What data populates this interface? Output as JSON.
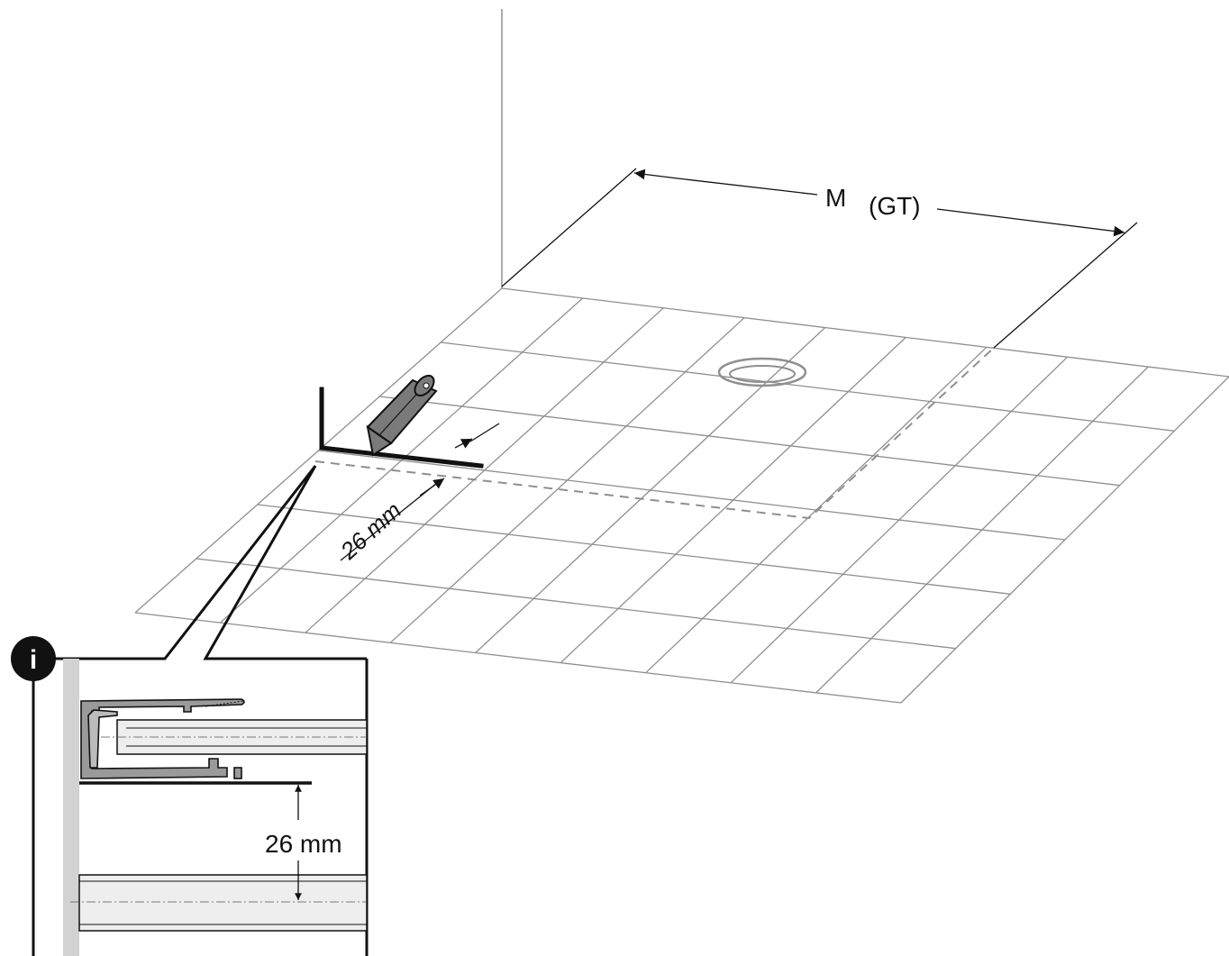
{
  "diagram": {
    "dimension_label_m": "M",
    "dimension_label_gt": "(GT)",
    "offset_label_floor": "26 mm",
    "offset_label_detail": "26 mm",
    "info_badge": "i"
  },
  "colors": {
    "line": "#111111",
    "grid": "#8f8f8f",
    "dash": "#8f8f8f",
    "pencil": "#7a7a7a",
    "profile_fill": "#9a9a9a",
    "rail_fill": "#eeeeee",
    "wall_band": "#d2d2d2"
  }
}
